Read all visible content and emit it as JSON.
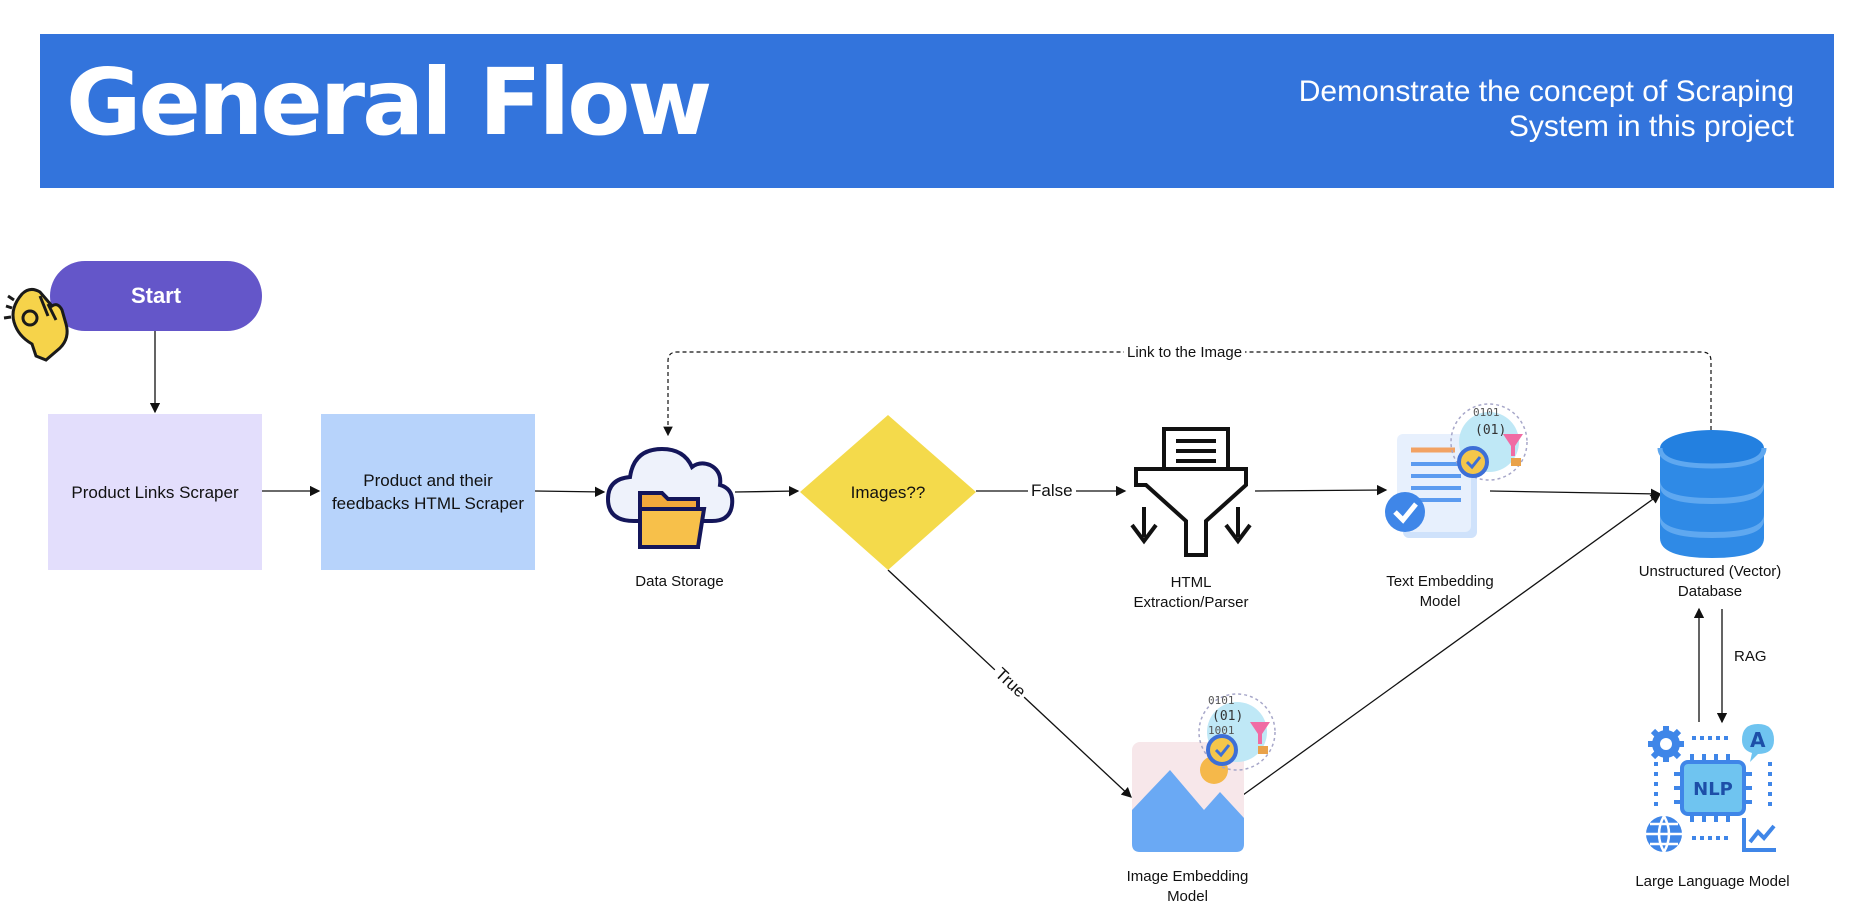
{
  "header": {
    "title": "General Flow",
    "subtitle": "Demonstrate the concept of Scraping System in this project"
  },
  "nodes": {
    "start": "Start",
    "product_links_scraper": "Product Links Scraper",
    "html_scraper": "Product and their feedbacks HTML Scraper",
    "data_storage": "Data Storage",
    "decision": "Images??",
    "html_extraction_line1": "HTML",
    "html_extraction_line2": "Extraction/Parser",
    "text_embedding_line1": "Text Embedding",
    "text_embedding_line2": "Model",
    "vector_db_line1": "Unstructured (Vector)",
    "vector_db_line2": "Database",
    "image_embedding_line1": "Image Embedding",
    "image_embedding_line2": "Model",
    "llm": "Large Language Model"
  },
  "edges": {
    "false_label": "False",
    "true_label": "True",
    "link_label": "Link to the Image",
    "rag_label": "RAG"
  },
  "icons": {
    "nlp_text": "NLP",
    "binary_top": "0101",
    "binary_mid": "(01)",
    "binary_bot": "1001",
    "translate_letter": "A"
  },
  "colors": {
    "banner": "#3374dc",
    "start": "#6456c9",
    "links_box": "#e3defc",
    "html_box": "#b7d3fb",
    "decision": "#f4da4b",
    "db": "#2f8ae6"
  }
}
